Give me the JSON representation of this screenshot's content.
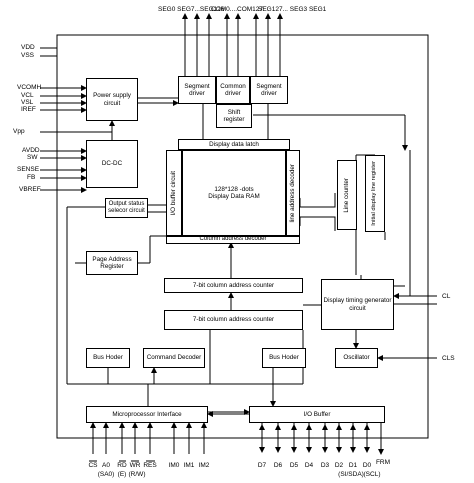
{
  "top_outputs": {
    "seg0_seg126": "SEG0  SEG7...SEG126",
    "com": "COM0....COM127",
    "seg127": "SEG127... SEG3  SEG1"
  },
  "left_pins": {
    "vdd": "VDD",
    "vss": "VSS",
    "vcomh": "VCOMH",
    "vcl": "VCL",
    "vsl": "VSL",
    "iref": "IREF",
    "vpp": "Vpp",
    "avdd": "AVDD",
    "sw": "SW",
    "sense": "SENSE",
    "fb": "FB",
    "vbref": "VBREF"
  },
  "right_pins": {
    "cl": "CL",
    "cls": "CLS"
  },
  "blocks": {
    "power_supply": "Power supply circuit",
    "segment_driver_left": "Segment driver",
    "common_driver": "Common driver",
    "segment_driver_right": "Segment driver",
    "shift_register": "Shift register",
    "dc_dc": "DC-DC",
    "display_data_latch": "Display data latch",
    "io_buffer_circuit": "I/O buffer circuit",
    "ram_line1": "128*128 -dots",
    "ram_line2": "Display Data RAM",
    "line_address_decoder": "line address decoder",
    "column_address_decoder": "Column address decoder",
    "line_counter": "Line counter",
    "initial_display_line_register": "Initial display line register",
    "output_status_selector": "Output status selecor circuit",
    "page_address_register": "Page Address Register",
    "column_counter_upper": "7-bit column address counter",
    "column_counter_lower": "7-bit column address counter",
    "display_timing": "Display timing generator circuit",
    "bus_holder_left": "Bus Hoder",
    "command_decoder": "Command Decoder",
    "bus_holder_right": "Bus Hoder",
    "oscillator": "Oscillator",
    "microprocessor_interface": "Microprocessor Interface",
    "io_buffer": "I/O Buffer"
  },
  "bottom_pins": {
    "cs": "CS",
    "a0": "A0",
    "rd": "RD",
    "wr": "WR",
    "res": "RES",
    "sa0": "(SA0)",
    "e": "(E)",
    "rw": "(R/W)",
    "im0": "IM0",
    "im1": "IM1",
    "im2": "IM2",
    "d7": "D7",
    "d6": "D6",
    "d5": "D5",
    "d4": "D4",
    "d3": "D3",
    "d2": "D2",
    "d1": "D1",
    "d0": "D0",
    "frm": "FRM",
    "si_sda": "(SI/SDA)",
    "scl": "(SCL)"
  }
}
